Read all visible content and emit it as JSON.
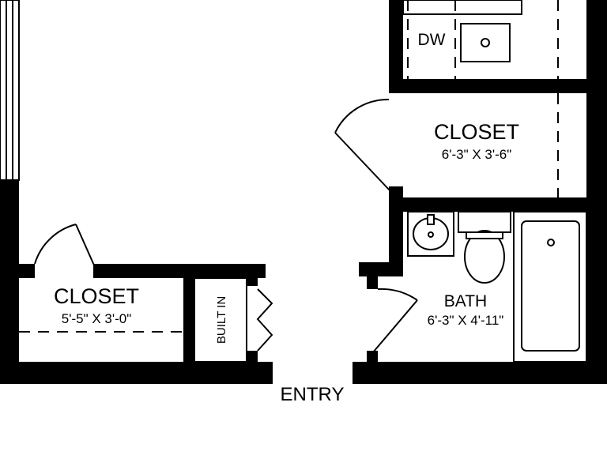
{
  "labels": {
    "dishwasher": "DW",
    "closet_upper": "CLOSET",
    "closet_upper_size": "6'-3\" X 3'-6\"",
    "closet_lower": "CLOSET",
    "closet_lower_size": "5'-5\" X 3'-0\"",
    "built_in": "BUILT IN",
    "bath": "BATH",
    "bath_size": "6'-3\" X 4'-11\"",
    "entry": "ENTRY"
  },
  "colors": {
    "wall": "#000000",
    "background": "#ffffff"
  }
}
